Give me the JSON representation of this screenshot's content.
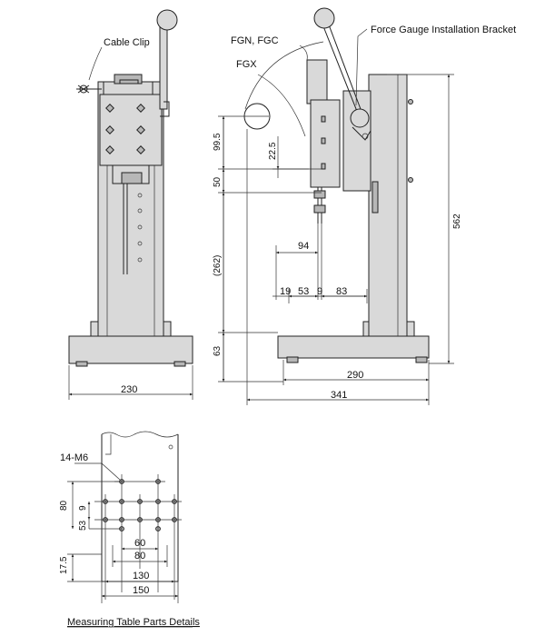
{
  "labels": {
    "cable_clip": "Cable Clip",
    "fgn_fgc": "FGN, FGC",
    "fgx": "FGX",
    "bracket": "Force Gauge Installation Bracket",
    "caption": "Measuring Table Parts Details",
    "holes": "14-M6"
  },
  "dims": {
    "front_width": "230",
    "side_base": "290",
    "side_total": "341",
    "height_total": "562",
    "d99_5": "99.5",
    "d22_5": "22.5",
    "d50": "50",
    "d262": "(262)",
    "d63": "63",
    "d94": "94",
    "d19": "19",
    "d53": "53",
    "d9": "9",
    "d83": "83",
    "t80v": "80",
    "t9v": "9",
    "t53v": "53",
    "t17_5": "17.5",
    "t60": "60",
    "t80": "80",
    "t130": "130",
    "t150": "150"
  }
}
